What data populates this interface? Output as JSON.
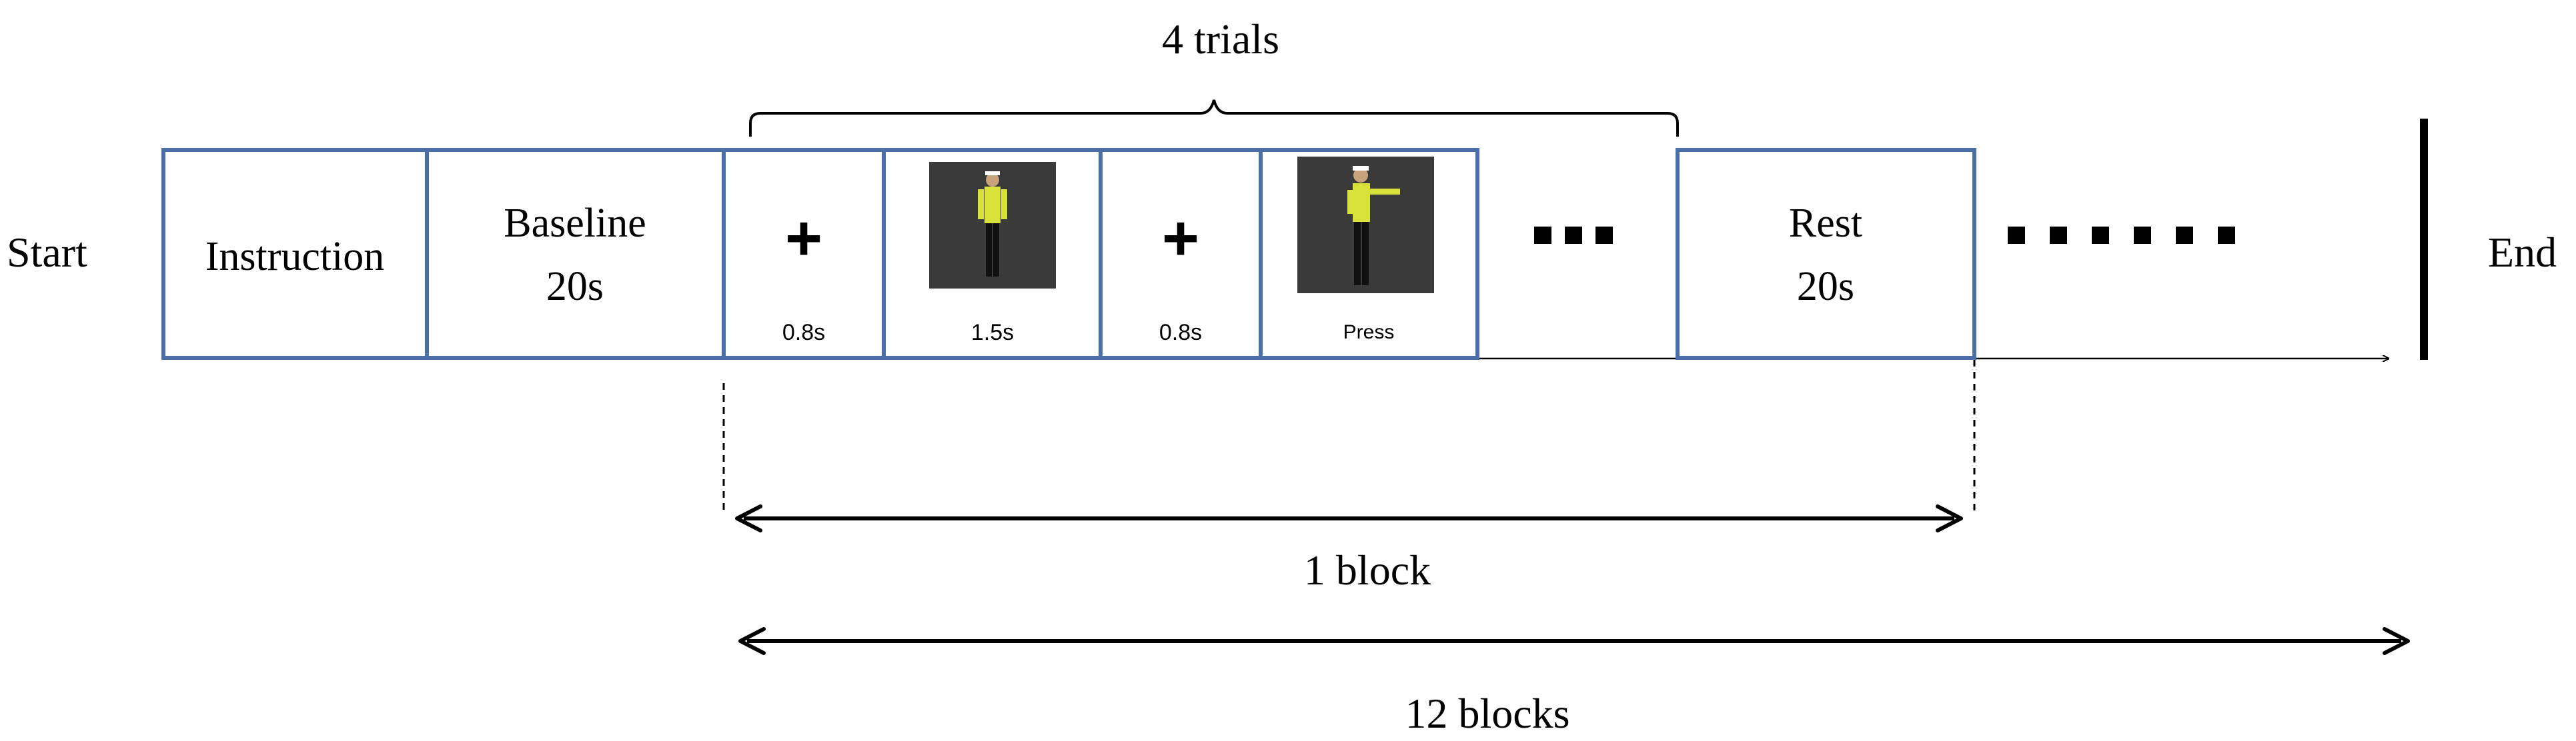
{
  "labels": {
    "start": "Start",
    "end": "End",
    "trials": "4 trials",
    "one_block": "1 block",
    "twelve_blocks": "12 blocks"
  },
  "boxes": {
    "instruction": "Instruction",
    "baseline_title": "Baseline",
    "baseline_duration": "20s",
    "fixation_symbol": "+",
    "fixation_1_duration": "0.8s",
    "stimulus_1_duration": "1.5s",
    "fixation_2_duration": "0.8s",
    "stimulus_2_label": "Press",
    "rest_title": "Rest",
    "rest_duration": "20s"
  },
  "ellipsis": {
    "short_dots": 3,
    "long_dots": 6
  },
  "colors": {
    "box_border": "#4a6ea8",
    "stimulus_background": "#3a3a3a",
    "vest": "#d8e23a",
    "text": "#000000"
  },
  "icons": {
    "stimulus_1": "traffic-police-standing-icon",
    "stimulus_2": "traffic-police-gesture-icon"
  }
}
